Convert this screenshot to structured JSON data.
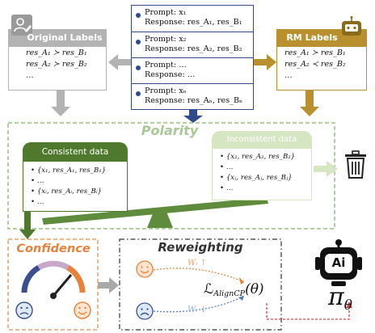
{
  "original_labels": {
    "title": "Original Labels",
    "rows": [
      "res_A₁ ≻ res_B₁",
      "res_A₂ ≻ res_B₂",
      "…"
    ]
  },
  "rm_labels": {
    "title": "RM Labels",
    "rows": [
      "res_A₁ ≻ res_B₁",
      "res_A₂ ≺ res_B₂",
      "…"
    ]
  },
  "prompts": [
    {
      "prompt": "Prompt: x₁",
      "response": "Response: res_A₁, res_B₁"
    },
    {
      "prompt": "Prompt: x₂",
      "response": "Response: res_A₂, res_B₂"
    },
    {
      "prompt": "Prompt: …",
      "response": "Response: …"
    },
    {
      "prompt": "Prompt: xₙ",
      "response": "Response: res_Aₙ, res_Bₙ"
    }
  ],
  "polarity": {
    "title": "Polarity",
    "consistent": {
      "title": "Consistent data",
      "items": [
        "{x₁, res_A₁, res_B₁}",
        "…",
        "{xᵢ, res_Aᵢ, res_Bᵢ}",
        "…"
      ]
    },
    "inconsistent": {
      "title": "Inconsistent data",
      "items": [
        "{x₂, res_A₂, res_B₂}",
        "…",
        "{xⱼ, res_Aⱼ, res_Bⱼ}",
        "…"
      ]
    }
  },
  "confidence": {
    "title": "Confidence"
  },
  "reweighting": {
    "title": "Reweighting",
    "w_up": "Wᵢ ↑",
    "w_down": "Wᵢ ↓",
    "loss_main": "ℒ",
    "loss_sub": "AlignCP",
    "loss_arg": "(θ)"
  },
  "policy": {
    "symbol": "π",
    "subscript": "θ",
    "badge": "Ai"
  },
  "colors": {
    "blue": "#2f4b8c",
    "gray": "#b3b3b3",
    "gold": "#b8912e",
    "green_dark": "#4f7a2e",
    "green_light": "#d6e6c3",
    "orange": "#e8813a",
    "dashed_green": "#9bbf86",
    "dashed_orange": "#e8a06a"
  }
}
